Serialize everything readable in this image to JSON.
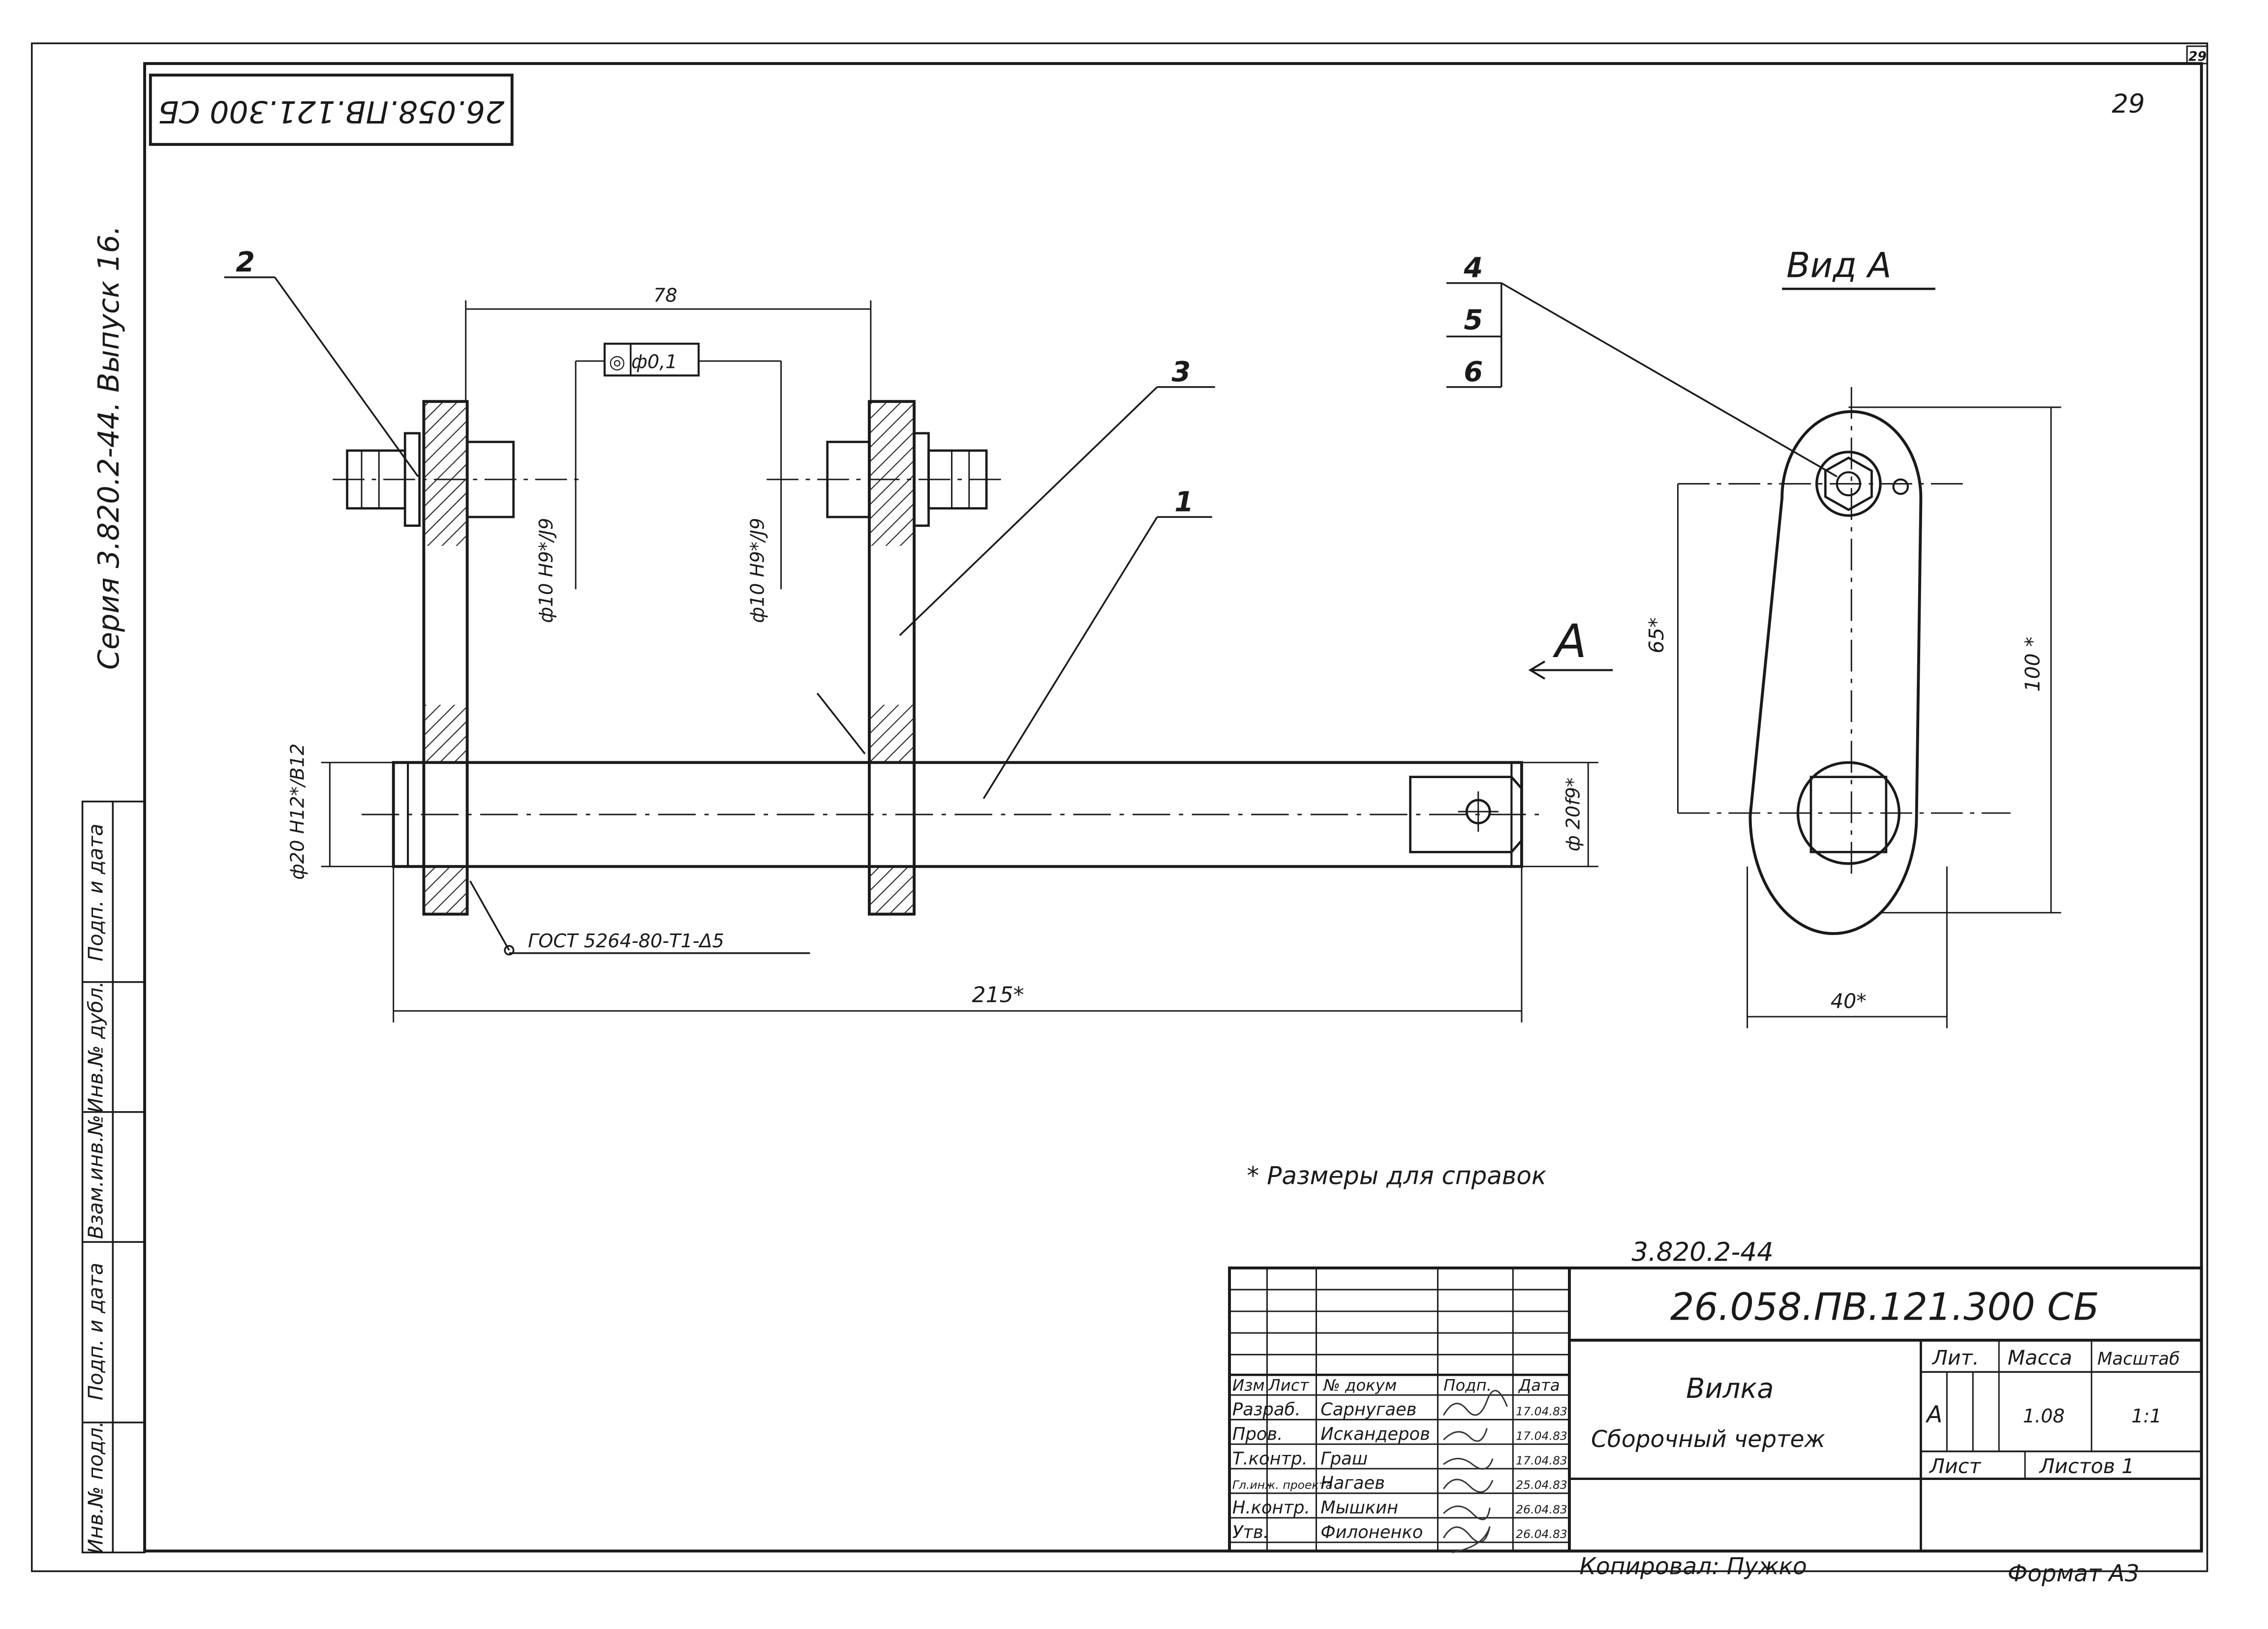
{
  "sheet": {
    "top_corner_number": "29",
    "sheet_number_handwritten": "29",
    "doc_code_stamp": "26.058.ПВ.121.300 СБ",
    "series_text": "Серия   3.820.2-44.   Выпуск 16."
  },
  "left_strip": {
    "labels": [
      "Инв.№ подл.",
      "Подп. и дата",
      "Взам.инв.№",
      "Инв.№ дубл.",
      "Подп. и дата"
    ]
  },
  "drawing": {
    "balloons": [
      "1",
      "2",
      "3",
      "4",
      "5",
      "6"
    ],
    "view_label": "Вид  А",
    "section_arrow_letter": "А",
    "tolerance_frame": "◎ ф0,1",
    "weld_note": "ГОСТ 5264-80-Т1-Δ5",
    "reference_note": "* Размеры для справок"
  },
  "dimensions": {
    "top_width": "78",
    "hole_fit_left": "ф10 H9*/J9",
    "hole_fit_right": "ф10 H9*/J9",
    "shaft_left_fit": "ф20 H12*/В12",
    "shaft_right_fit": "ф 20f9*",
    "overall_length": "215*",
    "lever_height": "100 *",
    "lever_centers": "65*",
    "lever_width": "40*"
  },
  "title_block": {
    "series_code": "3.820.2-44",
    "doc_code": "26.058.ПВ.121.300 СБ",
    "title": "Вилка",
    "subtitle": "Сборочный   чертеж",
    "col_headers": [
      "Изм",
      "Лист",
      "№ докум",
      "Подп.",
      "Дата"
    ],
    "rows": [
      {
        "role": "Разраб.",
        "name": "Сарнугаев",
        "date": "17.04.83"
      },
      {
        "role": "Пров.",
        "name": "Искандеров",
        "date": "17.04.83"
      },
      {
        "role": "Т.контр.",
        "name": "Граш",
        "date": "17.04.83"
      },
      {
        "role": "Гл.инж. проекта",
        "name": "Нагаев",
        "date": "25.04.83"
      },
      {
        "role": "Н.контр.",
        "name": "Мышкин",
        "date": "26.04.83"
      },
      {
        "role": "Утв.",
        "name": "Филоненко",
        "date": "26.04.83"
      }
    ],
    "lit_label": "Лит.",
    "mass_label": "Масса",
    "scale_label": "Масштаб",
    "lit_value": "А",
    "mass_value": "1.08",
    "scale_value": "1:1",
    "sheet_label": "Лист",
    "sheets_label": "Листов 1",
    "copied_by": "Копировал:  Пужко",
    "format": "Формат  А3"
  }
}
